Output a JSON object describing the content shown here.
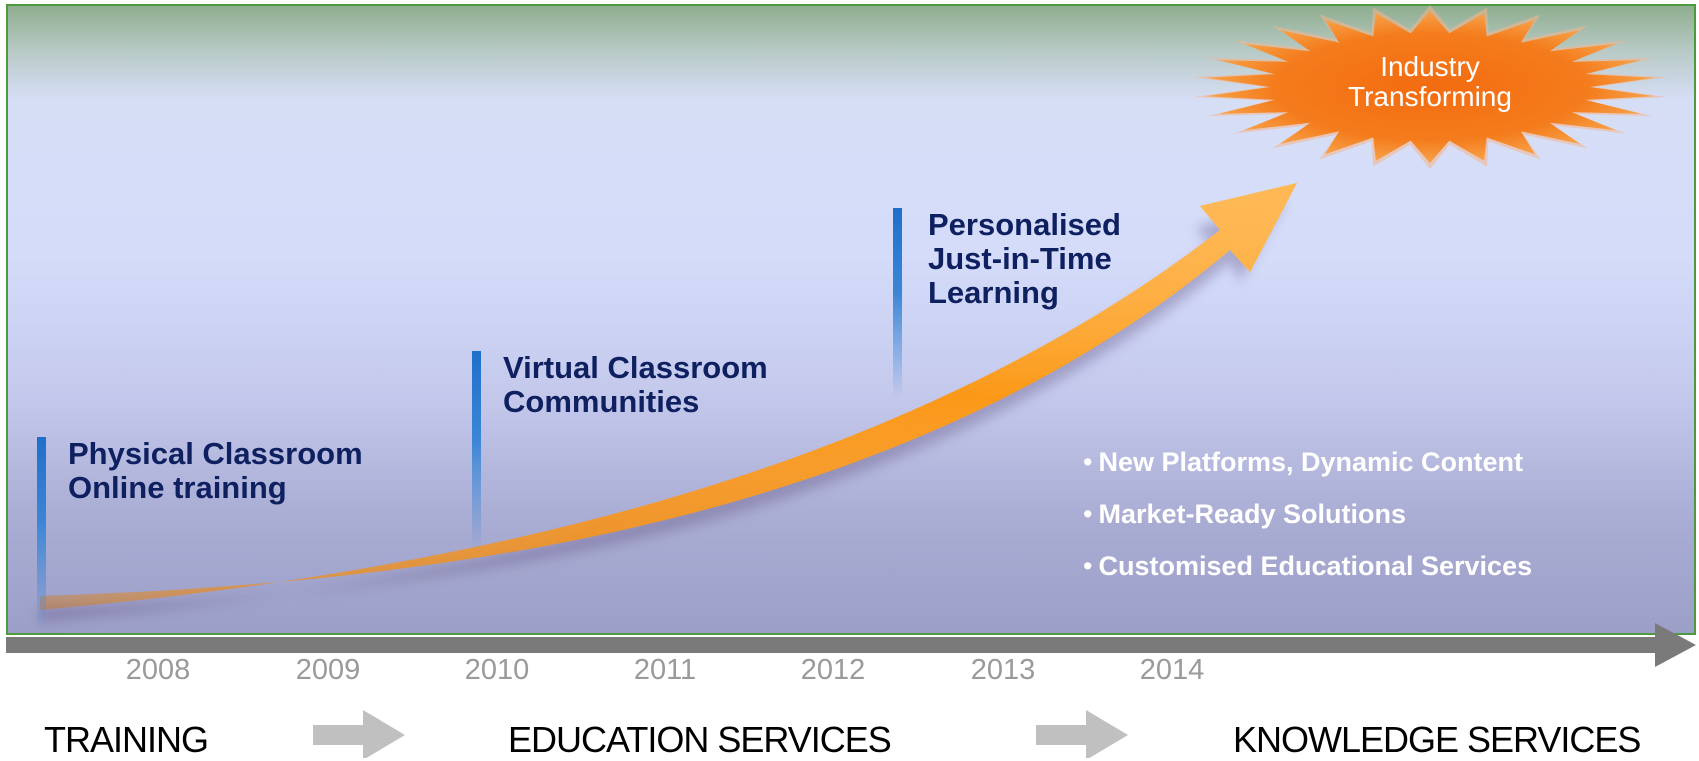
{
  "burst": {
    "line1": "Industry",
    "line2": "Transforming"
  },
  "milestones": [
    {
      "line1": "Physical Classroom",
      "line2": "Online training"
    },
    {
      "line1": "Virtual Classroom",
      "line2": "Communities"
    },
    {
      "line1": "Personalised",
      "line2": "Just-in-Time",
      "line3": "Learning"
    }
  ],
  "bullets": [
    "New Platforms, Dynamic Content",
    "Market-Ready Solutions",
    "Customised Educational Services"
  ],
  "years": [
    "2008",
    "2009",
    "2010",
    "2011",
    "2012",
    "2013",
    "2014"
  ],
  "phases": [
    "TRAINING",
    "EDUCATION SERVICES",
    "KNOWLEDGE SERVICES"
  ],
  "colors": {
    "growth_arrow": "#f7941d",
    "burst": "#f07a18",
    "milestone_text": "#0f2060",
    "timeline_arrow": "#7a7a7a",
    "phase_arrow": "#c0c0c0"
  }
}
